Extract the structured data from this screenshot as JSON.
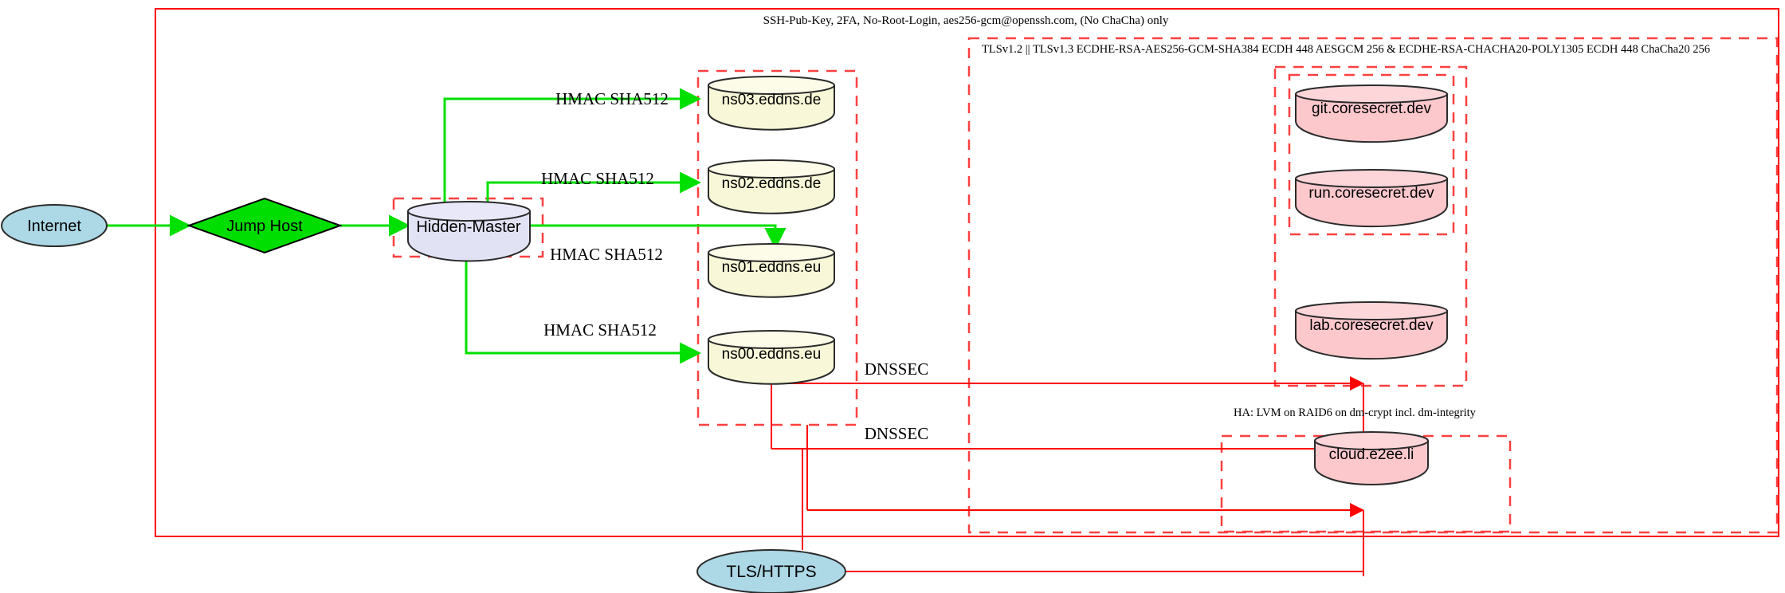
{
  "diagram": {
    "title_labels": {
      "ssh_policy": "SSH-Pub-Key, 2FA, No-Root-Login, aes256-gcm@openssh.com, (No ChaCha) only",
      "tls_policy": "TLSv1.2 || TLSv1.3 ECDHE-RSA-AES256-GCM-SHA384 ECDH 448 AESGCM 256 & ECDHE-RSA-CHACHA20-POLY1305 ECDH 448 ChaCha20 256",
      "ha_policy": "HA: LVM on RAID6 on dm-crypt incl. dm-integrity"
    },
    "nodes": {
      "internet": "Internet",
      "jump_host": "Jump Host",
      "hidden_master": "Hidden-Master",
      "tls_https": "TLS/HTTPS",
      "ns03": "ns03.eddns.de",
      "ns02": "ns02.eddns.de",
      "ns01": "ns01.eddns.eu",
      "ns00": "ns00.eddns.eu",
      "git": "git.coresecret.dev",
      "run": "run.coresecret.dev",
      "lab": "lab.coresecret.dev",
      "cloud": "cloud.e2ee.li"
    },
    "edge_labels": {
      "hmac_ns03": "HMAC SHA512",
      "hmac_ns02": "HMAC SHA512",
      "hmac_ns01": "HMAC SHA512",
      "hmac_ns00": "HMAC SHA512",
      "dnssec_upper": "DNSSEC",
      "dnssec_lower": "DNSSEC"
    },
    "colors": {
      "boundary_red": "#ff0000",
      "dashed_red": "#fc4040",
      "edge_green": "#00e000",
      "node_blue": "#add8e6",
      "node_green": "#00dd00",
      "node_lavender": "#e2e2f5",
      "node_yellow": "#f8f8d8",
      "node_pink": "#fcc8cc",
      "stroke_dark": "#2b2b2b"
    }
  }
}
